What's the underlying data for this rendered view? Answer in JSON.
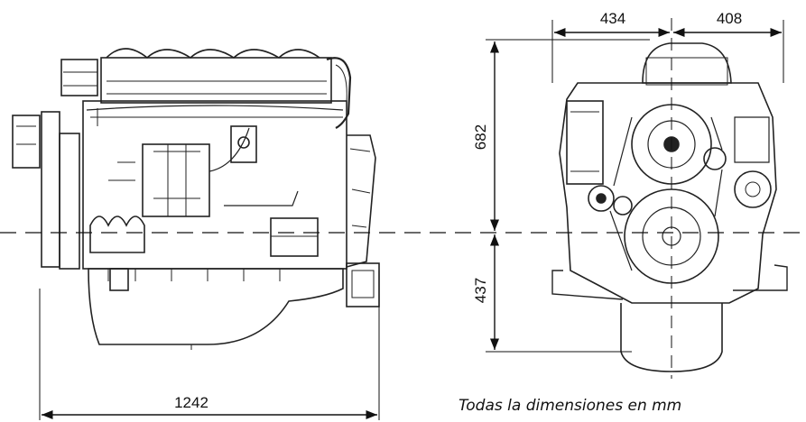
{
  "dimensions": {
    "length": "1242",
    "width_left": "434",
    "width_right": "408",
    "height_upper": "682",
    "height_lower": "437"
  },
  "note": "Todas la dimensiones en mm"
}
